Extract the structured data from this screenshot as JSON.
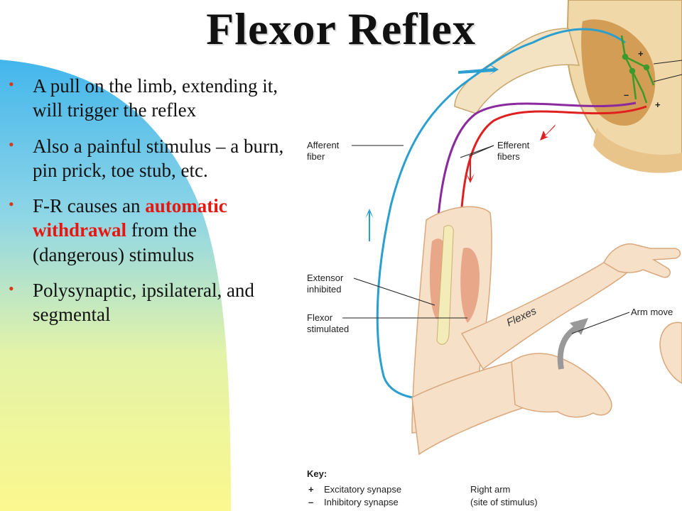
{
  "slide": {
    "title": "Flexor Reflex",
    "bullets": [
      {
        "text": "A pull on the limb, extending it, will trigger the reflex"
      },
      {
        "text": "Also a painful stimulus – a burn, pin prick, toe stub, etc."
      },
      {
        "pre": "F-R causes an ",
        "highlight": "automatic withdrawal",
        "post": " from the (dangerous) stimulus"
      },
      {
        "text": "Polysynaptic, ipsilateral, and segmental"
      }
    ]
  },
  "diagram": {
    "labels": {
      "afferent_1": "Afferent",
      "afferent_2": "fiber",
      "efferent_1": "Efferent",
      "efferent_2": "fibers",
      "extensor_1": "Extensor",
      "extensor_2": "inhibited",
      "flexor_1": "Flexor",
      "flexor_2": "stimulated",
      "flexes": "Flexes",
      "arm_moves": "Arm move",
      "key_title": "Key:",
      "plus_symbol": "+",
      "minus_symbol": "–",
      "excitatory": "Excitatory synapse",
      "inhibitory": "Inhibitory synapse",
      "right_arm_1": "Right arm",
      "right_arm_2": "(site of stimulus)",
      "syn_plus_1": "+",
      "syn_plus_2": "+",
      "syn_minus": "–"
    }
  },
  "colors": {
    "bullet": "#d63a1c",
    "highlight": "#e8160f",
    "afferent": "#2a9fd0",
    "efferent_flexor": "#e02020",
    "efferent_extensor": "#8b2a9c",
    "interneuron": "#3a9a2a",
    "spinal_cord": "#f0d8a8",
    "gray_matter": "#c98a3a",
    "skin": "#f7e0c8"
  }
}
